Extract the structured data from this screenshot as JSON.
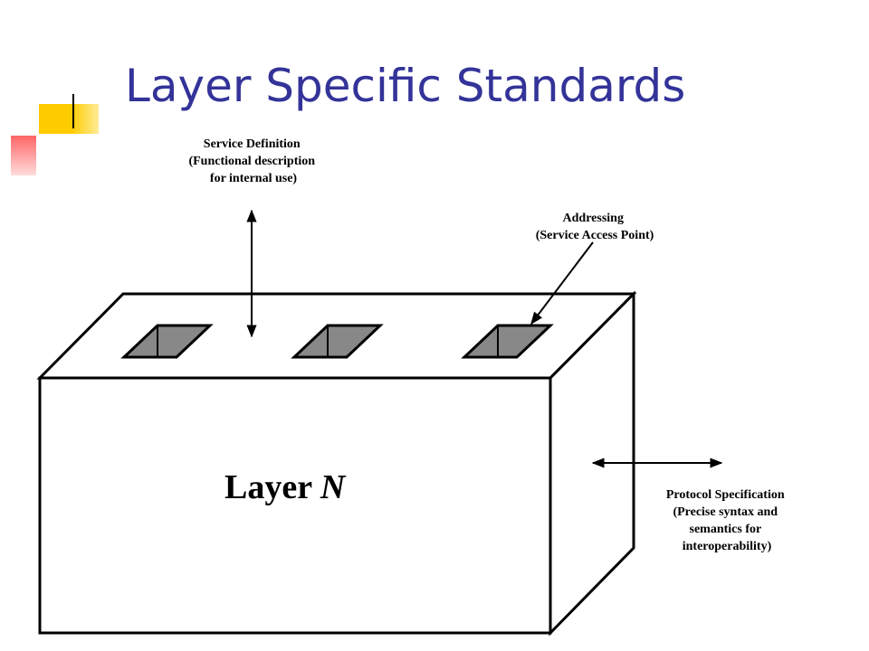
{
  "title": "Layer Specific Standards",
  "diagram": {
    "layer_label": "Layer ",
    "layer_label_var": "N",
    "service_definition": [
      "Service Definition",
      "(Functional description",
      "for internal use)"
    ],
    "addressing": [
      "Addressing",
      "(Service Access Point)"
    ],
    "protocol_specification": [
      "Protocol Specification",
      "(Precise syntax and",
      "semantics for",
      "interoperability)"
    ]
  },
  "colors": {
    "title": "#333399",
    "accent_yellow": "#ffcc00",
    "accent_red": "#ff6666",
    "access_point_fill": "#888888"
  }
}
